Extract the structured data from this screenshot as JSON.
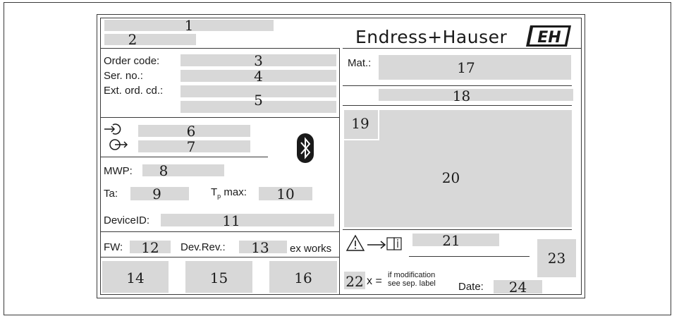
{
  "brand": {
    "name": "Endress+Hauser",
    "logo_text": "EH"
  },
  "labels": {
    "order_code": "Order code:",
    "ser_no": "Ser. no.:",
    "ext_ord_cd": "Ext. ord. cd.:",
    "mwp": "MWP:",
    "ta": "Ta:",
    "tp_max_main": "T",
    "tp_max_sub": "p",
    "tp_max_rest": " max:",
    "device_id": "DeviceID:",
    "fw": "FW:",
    "dev_rev": "Dev.Rev.:",
    "ex_works": "ex works",
    "mat": "Mat.:",
    "x_equals": "x =",
    "if_modification": "if modification",
    "see_sep_label": "see sep. label",
    "date": "Date:"
  },
  "callouts": {
    "n1": "1",
    "n2": "2",
    "n3": "3",
    "n4": "4",
    "n5": "5",
    "n6": "6",
    "n7": "7",
    "n8": "8",
    "n9": "9",
    "n10": "10",
    "n11": "11",
    "n12": "12",
    "n13": "13",
    "n14": "14",
    "n15": "15",
    "n16": "16",
    "n17": "17",
    "n18": "18",
    "n19": "19",
    "n20": "20",
    "n21": "21",
    "n22": "22",
    "n23": "23",
    "n24": "24"
  },
  "icons": [
    "input-arrow-icon",
    "output-arrow-icon",
    "bluetooth-icon",
    "warning-icon",
    "manual-book-icon"
  ],
  "colors": {
    "field": "#d8d8d8",
    "line": "#3a3a3a",
    "text": "#1a1a1a"
  }
}
